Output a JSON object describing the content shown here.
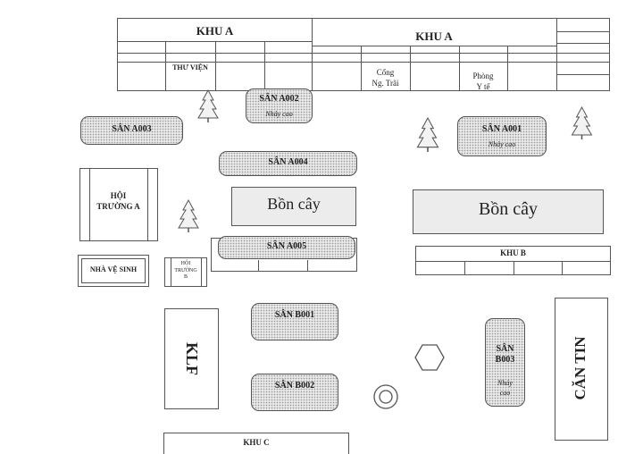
{
  "khu_a_left": {
    "title": "KHU A",
    "thu_vien": "THƯ VIỆN"
  },
  "khu_a_right": {
    "title": "KHU A",
    "cong_line1": "Cổng",
    "cong_line2": "Ng. Trãi",
    "phong_line1": "Phòng",
    "phong_line2": "Y tế"
  },
  "courts": {
    "a001": {
      "name": "SÂN A001",
      "sub": "Nhảy cao"
    },
    "a002": {
      "name": "SÂN A002",
      "sub": "Nhảy cao"
    },
    "a003": {
      "name": "SÂN A003"
    },
    "a004": {
      "name": "SÂN A004"
    },
    "a005": {
      "name": "SÂN A005"
    },
    "b001": {
      "name": "SÂN B001"
    },
    "b002": {
      "name": "SÂN B002"
    },
    "b003": {
      "name_line1": "SÂN",
      "name_line2": "B003",
      "sub_line1": "Nhảy",
      "sub_line2": "cao"
    }
  },
  "planters": {
    "left": "Bồn cây",
    "right": "Bồn cây"
  },
  "halls": {
    "hoi_truong_a_line1": "HỘI",
    "hoi_truong_a_line2": "TRƯỜNG A",
    "hoi_truong_b_line1": "HỘI",
    "hoi_truong_b_line2": "TRƯỜNG",
    "hoi_truong_b_line3": "B"
  },
  "nha_ve_sinh": "NHÀ VỆ SINH",
  "khu_b": "KHU B",
  "khu_c": "KHU C",
  "klf": "KLF",
  "can_tin": "CĂN TIN"
}
